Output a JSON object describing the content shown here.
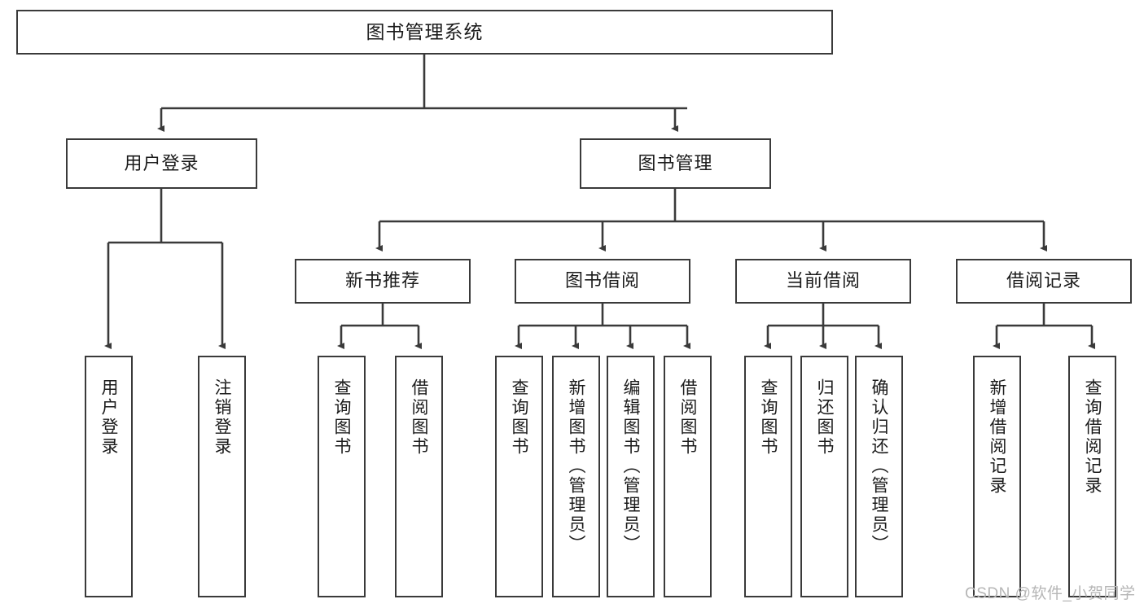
{
  "diagram": {
    "title": "图书管理系统",
    "watermark": "CSDN @软件_小贺同学",
    "line_color": "#3a3a3a",
    "box_border_color": "#3a3a3a",
    "box_fill_color": "#ffffff",
    "text_color": "#1b1b1b",
    "watermark_color": "#b6b6b6"
  },
  "nodes": {
    "root": {
      "label": "图书管理系统"
    },
    "level1": [
      {
        "label": "用户登录"
      },
      {
        "label": "图书管理"
      }
    ],
    "level2": [
      {
        "label": "新书推荐"
      },
      {
        "label": "图书借阅"
      },
      {
        "label": "当前借阅"
      },
      {
        "label": "借阅记录"
      }
    ],
    "leaves": {
      "user_login": [
        {
          "label": "用户登录"
        },
        {
          "label": "注销登录"
        }
      ],
      "new_book": [
        {
          "label": "查询图书"
        },
        {
          "label": "借阅图书"
        }
      ],
      "book_borrow": [
        {
          "label": "查询图书"
        },
        {
          "label": "新增图书（管理员）"
        },
        {
          "label": "编辑图书（管理员）"
        },
        {
          "label": "借阅图书"
        }
      ],
      "current_borrow": [
        {
          "label": "查询图书"
        },
        {
          "label": "归还图书"
        },
        {
          "label": "确认归还（管理员）"
        }
      ],
      "borrow_record": [
        {
          "label": "新增借阅记录"
        },
        {
          "label": "查询借阅记录"
        }
      ]
    }
  }
}
